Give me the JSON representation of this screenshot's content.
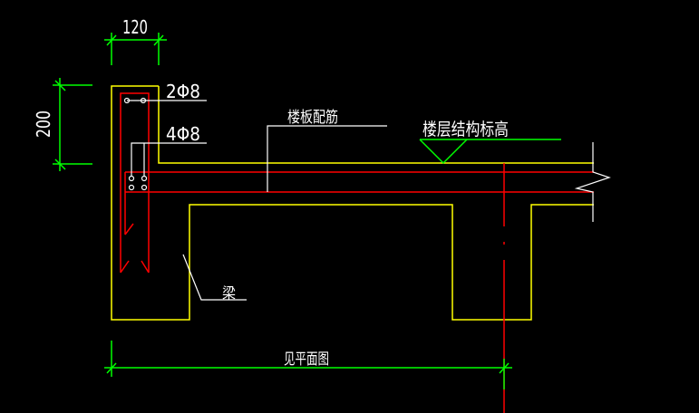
{
  "colors": {
    "background": "#000000",
    "outline": "#ffff00",
    "rebar": "#ff0000",
    "dimension": "#00ff00",
    "leader": "#ffffff"
  },
  "dimensions": {
    "width_label": "120",
    "height_label": "200",
    "span_label": "见平面图"
  },
  "annotations": {
    "top_bar": "2Φ8",
    "side_bar": "4Φ8",
    "slab_rebar": "楼板配筋",
    "floor_elevation": "楼层结构标高",
    "beam": "梁"
  }
}
